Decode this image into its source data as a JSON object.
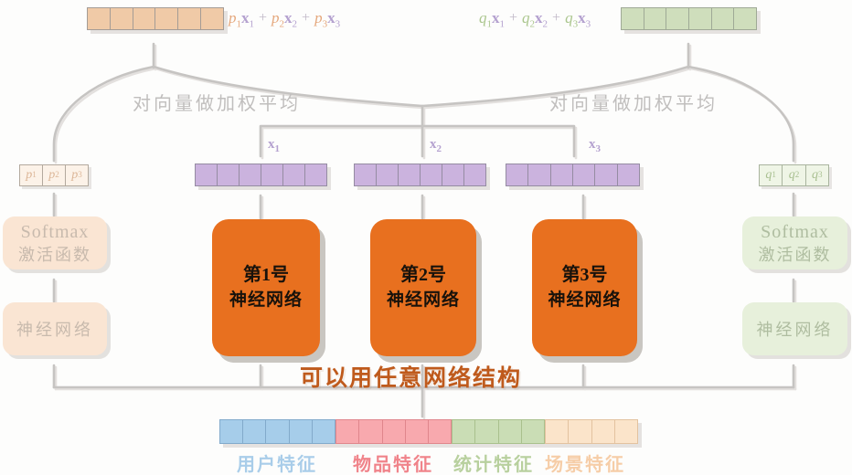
{
  "colors": {
    "background": "#FDFDFC",
    "connector_gray": "#C6C4C2",
    "output_left_fill": "#F0CAA7",
    "output_left_border": "#A49C96",
    "output_right_fill": "#CFDEBC",
    "output_right_border": "#9FA996",
    "x_fill": "#CBB3DE",
    "x_border": "#958CA2",
    "x_label": "#B4A1CF",
    "p_fill": "#FCF2E8",
    "p_border": "#B3A99E",
    "p_text": "#DCB697",
    "q_fill": "#EFF5E6",
    "q_border": "#A9B49E",
    "q_text": "#A8BF90",
    "left_box_fill": "#FAE5D3",
    "left_box_text": "#C8BAAD",
    "right_box_fill": "#E7F0DB",
    "right_box_text": "#AFBDA0",
    "network_fill": "#E8701F",
    "network_text": "#18120B",
    "annotation_gray": "#C0BEBD",
    "any_network_orange": "#BF5A1C"
  },
  "formulas": {
    "left": {
      "coeff_color": "#E5A87D",
      "vec_color": "#B4A1CF",
      "plus_color": "#C2BAC8",
      "terms": [
        [
          "p",
          "1",
          "x",
          "1"
        ],
        [
          "p",
          "2",
          "x",
          "2"
        ],
        [
          "p",
          "3",
          "x",
          "3"
        ]
      ]
    },
    "right": {
      "coeff_color": "#ABC68E",
      "vec_color": "#B4A1CF",
      "plus_color": "#C2BAC8",
      "terms": [
        [
          "q",
          "1",
          "x",
          "1"
        ],
        [
          "q",
          "2",
          "x",
          "2"
        ],
        [
          "q",
          "3",
          "x",
          "3"
        ]
      ]
    }
  },
  "output_vectors": {
    "left": {
      "cells": 6
    },
    "right": {
      "cells": 6
    }
  },
  "x_vectors": [
    {
      "base": "x",
      "sub": "1",
      "cells": 6
    },
    {
      "base": "x",
      "sub": "2",
      "cells": 6
    },
    {
      "base": "x",
      "sub": "3",
      "cells": 6
    }
  ],
  "weight_vectors": {
    "left": [
      [
        "p",
        "1"
      ],
      [
        "p",
        "2"
      ],
      [
        "p",
        "3"
      ]
    ],
    "right": [
      [
        "q",
        "1"
      ],
      [
        "q",
        "2"
      ],
      [
        "q",
        "3"
      ]
    ]
  },
  "side_boxes": {
    "left_softmax": {
      "line1": "Softmax",
      "line2": "激活函数"
    },
    "left_nn": {
      "label": "神经网络"
    },
    "right_softmax": {
      "line1": "Softmax",
      "line2": "激活函数"
    },
    "right_nn": {
      "label": "神经网络"
    }
  },
  "networks": [
    {
      "line1": "第1号",
      "line2": "神经网络"
    },
    {
      "line1": "第2号",
      "line2": "神经网络"
    },
    {
      "line1": "第3号",
      "line2": "神经网络"
    }
  ],
  "annotations": {
    "weighted_avg_left": "对向量做加权平均",
    "weighted_avg_right": "对向量做加权平均",
    "any_network": "可以用任意网络结构"
  },
  "input_vector": {
    "segments": [
      {
        "name": "用户特征",
        "cells": 5,
        "fill": "#A6CDEA",
        "border": "#82AACB",
        "label_color": "#A9CDE9"
      },
      {
        "name": "物品特征",
        "cells": 5,
        "fill": "#F8A9AE",
        "border": "#E0868C",
        "label_color": "#F0838A"
      },
      {
        "name": "统计特征",
        "cells": 4,
        "fill": "#CADDB5",
        "border": "#A9C08D",
        "label_color": "#B8D09E"
      },
      {
        "name": "场景特征",
        "cells": 4,
        "fill": "#FBE4CA",
        "border": "#E3C29F",
        "label_color": "#F6CDA7"
      }
    ]
  }
}
